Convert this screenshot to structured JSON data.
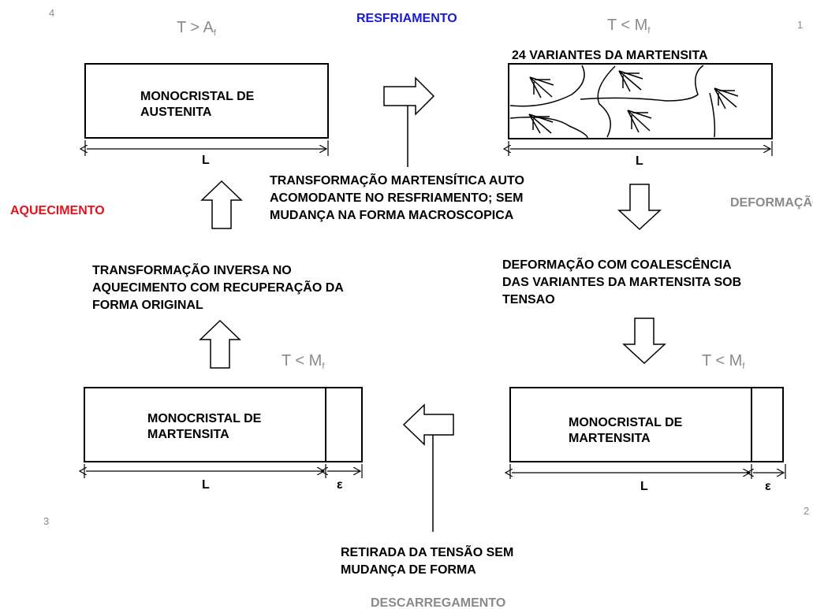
{
  "labels": {
    "resfriamento": "RESFRIAMENTO",
    "aquecimento": "AQUECIMENTO",
    "deformacao": "DEFORMAÇÃO",
    "descarregamento": "DESCARREGAMENTO"
  },
  "colors": {
    "resfriamento": "#1a1ad4",
    "aquecimento": "#e0141e",
    "gray": "#8a8a8a"
  },
  "steps": {
    "n1": "1",
    "n2": "2",
    "n3": "3",
    "n4": "4"
  },
  "temps": {
    "t4": {
      "main": "T > A",
      "sub": "f"
    },
    "t1": {
      "main": "T < M",
      "sub": "f"
    },
    "t3": {
      "main": "T < M",
      "sub": "f"
    },
    "t2": {
      "main": "T < M",
      "sub": "f"
    }
  },
  "boxes": {
    "austenite": {
      "line1": "MONOCRISTAL DE",
      "line2": "AUSTENITA"
    },
    "martensite_variants_title": "24 VARIANTES DA MARTENSITA",
    "martensite_left": {
      "line1": "MONOCRISTAL DE",
      "line2": "MARTENSITA"
    },
    "martensite_right": {
      "line1": "MONOCRISTAL DE",
      "line2": "MARTENSITA"
    }
  },
  "dimensions": {
    "length": "L",
    "strain": "ε"
  },
  "descriptions": {
    "cooling": [
      "TRANSFORMAÇÃO MARTENSÍTICA AUTO",
      "ACOMODANTE NO RESFRIAMENTO; SEM",
      "MUDANÇA NA FORMA MACROSCOPICA"
    ],
    "heating": [
      "TRANSFORMAÇÃO INVERSA NO",
      "AQUECIMENTO COM RECUPERAÇÃO DA",
      "FORMA ORIGINAL"
    ],
    "deformation": [
      "DEFORMAÇÃO COM COALESCÊNCIA",
      "DAS VARIANTES DA MARTENSITA SOB",
      "TENSAO"
    ],
    "unloading": [
      "RETIRADA DA TENSÃO SEM",
      "MUDANÇA DE FORMA"
    ]
  }
}
